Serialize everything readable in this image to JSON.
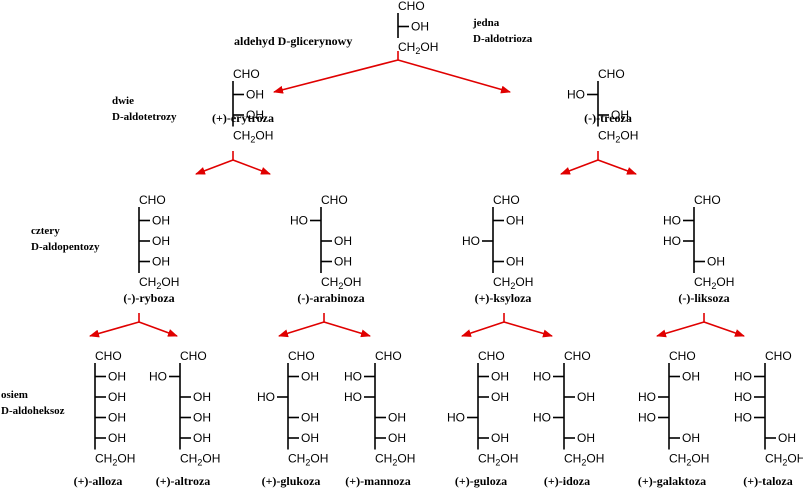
{
  "labels": {
    "triose_name": "aldehyd D-glicerynowy",
    "triose_class_line1": "jedna",
    "triose_class_line2": "D-aldotrioza",
    "tetrose_class_line1": "dwie",
    "tetrose_class_line2": "D-aldotetrozy",
    "pentose_class_line1": "cztery",
    "pentose_class_line2": "D-aldopentozy",
    "hexose_class_line1": "osiem",
    "hexose_class_line2": "D-aldoheksoz"
  },
  "tokens": {
    "cho": "CHO",
    "oh": "OH",
    "ho": "HO",
    "ch2oh_left": "CH",
    "ch2oh_sub": "2",
    "ch2oh_right": "OH"
  },
  "colors": {
    "arrow": "#e00000",
    "ink": "#000000"
  },
  "sugars": [
    {
      "id": "gliceryny",
      "level": 0,
      "name": "",
      "config": [
        "R"
      ]
    },
    {
      "id": "erytroza",
      "level": 1,
      "name": "(+)-erytroza",
      "config": [
        "R",
        "R"
      ]
    },
    {
      "id": "treoza",
      "level": 1,
      "name": "(-)-treoza",
      "config": [
        "L",
        "R"
      ]
    },
    {
      "id": "ryboza",
      "level": 2,
      "name": "(-)-ryboza",
      "config": [
        "R",
        "R",
        "R"
      ]
    },
    {
      "id": "arabinoza",
      "level": 2,
      "name": "(-)-arabinoza",
      "config": [
        "L",
        "R",
        "R"
      ]
    },
    {
      "id": "ksyloza",
      "level": 2,
      "name": "(+)-ksyloza",
      "config": [
        "R",
        "L",
        "R"
      ]
    },
    {
      "id": "liksoza",
      "level": 2,
      "name": "(-)-liksoza",
      "config": [
        "L",
        "L",
        "R"
      ]
    },
    {
      "id": "alloza",
      "level": 3,
      "name": "(+)-alloza",
      "config": [
        "R",
        "R",
        "R",
        "R"
      ]
    },
    {
      "id": "altroza",
      "level": 3,
      "name": "(+)-altroza",
      "config": [
        "L",
        "R",
        "R",
        "R"
      ]
    },
    {
      "id": "glukoza",
      "level": 3,
      "name": "(+)-glukoza",
      "config": [
        "R",
        "L",
        "R",
        "R"
      ]
    },
    {
      "id": "mannoza",
      "level": 3,
      "name": "(+)-mannoza",
      "config": [
        "L",
        "L",
        "R",
        "R"
      ]
    },
    {
      "id": "guloza",
      "level": 3,
      "name": "(+)-guloza",
      "config": [
        "R",
        "R",
        "L",
        "R"
      ]
    },
    {
      "id": "idoza",
      "level": 3,
      "name": "(+)-idoza",
      "config": [
        "L",
        "R",
        "L",
        "R"
      ]
    },
    {
      "id": "galaktoza",
      "level": 3,
      "name": "(+)-galaktoza",
      "config": [
        "R",
        "L",
        "L",
        "R"
      ]
    },
    {
      "id": "taloza",
      "level": 3,
      "name": "(+)-taloza",
      "config": [
        "L",
        "L",
        "L",
        "R"
      ]
    }
  ]
}
